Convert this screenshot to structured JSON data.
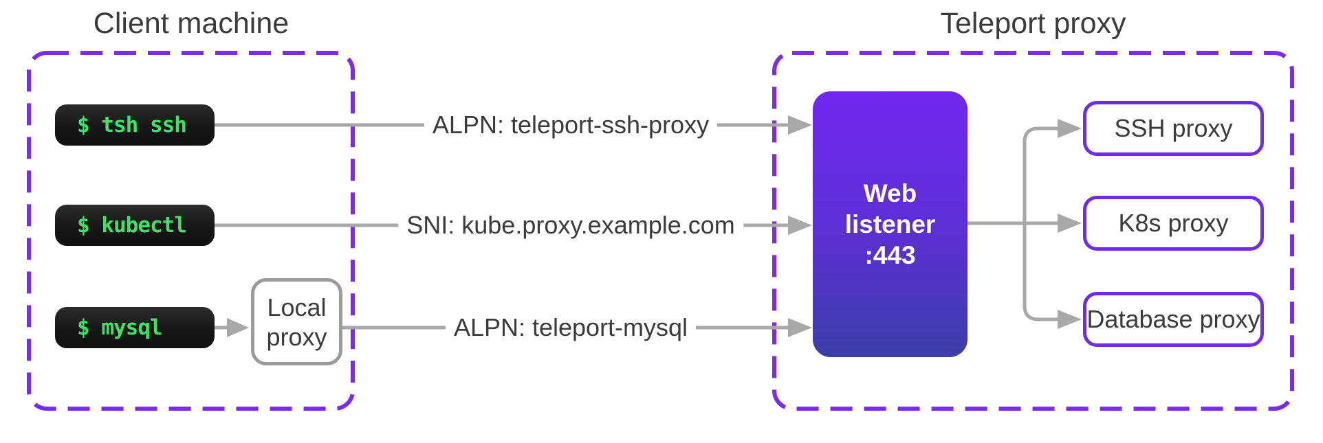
{
  "colors": {
    "boundary_purple": "#7b2bf0",
    "proxy_box_border": "#6e2beb",
    "web_listener_gradient_top": "#7127f1",
    "web_listener_gradient_bottom": "#3b3ea8",
    "connector_gray": "#a8a8a8",
    "local_proxy_border": "#9b9b9b",
    "text_dark": "#3b3b3b",
    "terminal_green": "#3ee26b",
    "terminal_background": "#171717"
  },
  "client": {
    "title": "Client machine",
    "terminals": [
      {
        "label": "$ tsh ssh"
      },
      {
        "label": "$ kubectl"
      },
      {
        "label": "$ mysql"
      }
    ],
    "local_proxy": {
      "line1": "Local",
      "line2": "proxy"
    }
  },
  "connections": [
    {
      "label": "ALPN: teleport-ssh-proxy"
    },
    {
      "label": "SNI: kube.proxy.example.com"
    },
    {
      "label": "ALPN: teleport-mysql"
    }
  ],
  "teleport": {
    "title": "Teleport proxy",
    "web_listener": {
      "line1": "Web",
      "line2": "listener",
      "line3": ":443"
    },
    "proxies": [
      {
        "label": "SSH proxy"
      },
      {
        "label": "K8s proxy"
      },
      {
        "label": "Database proxy"
      }
    ]
  }
}
